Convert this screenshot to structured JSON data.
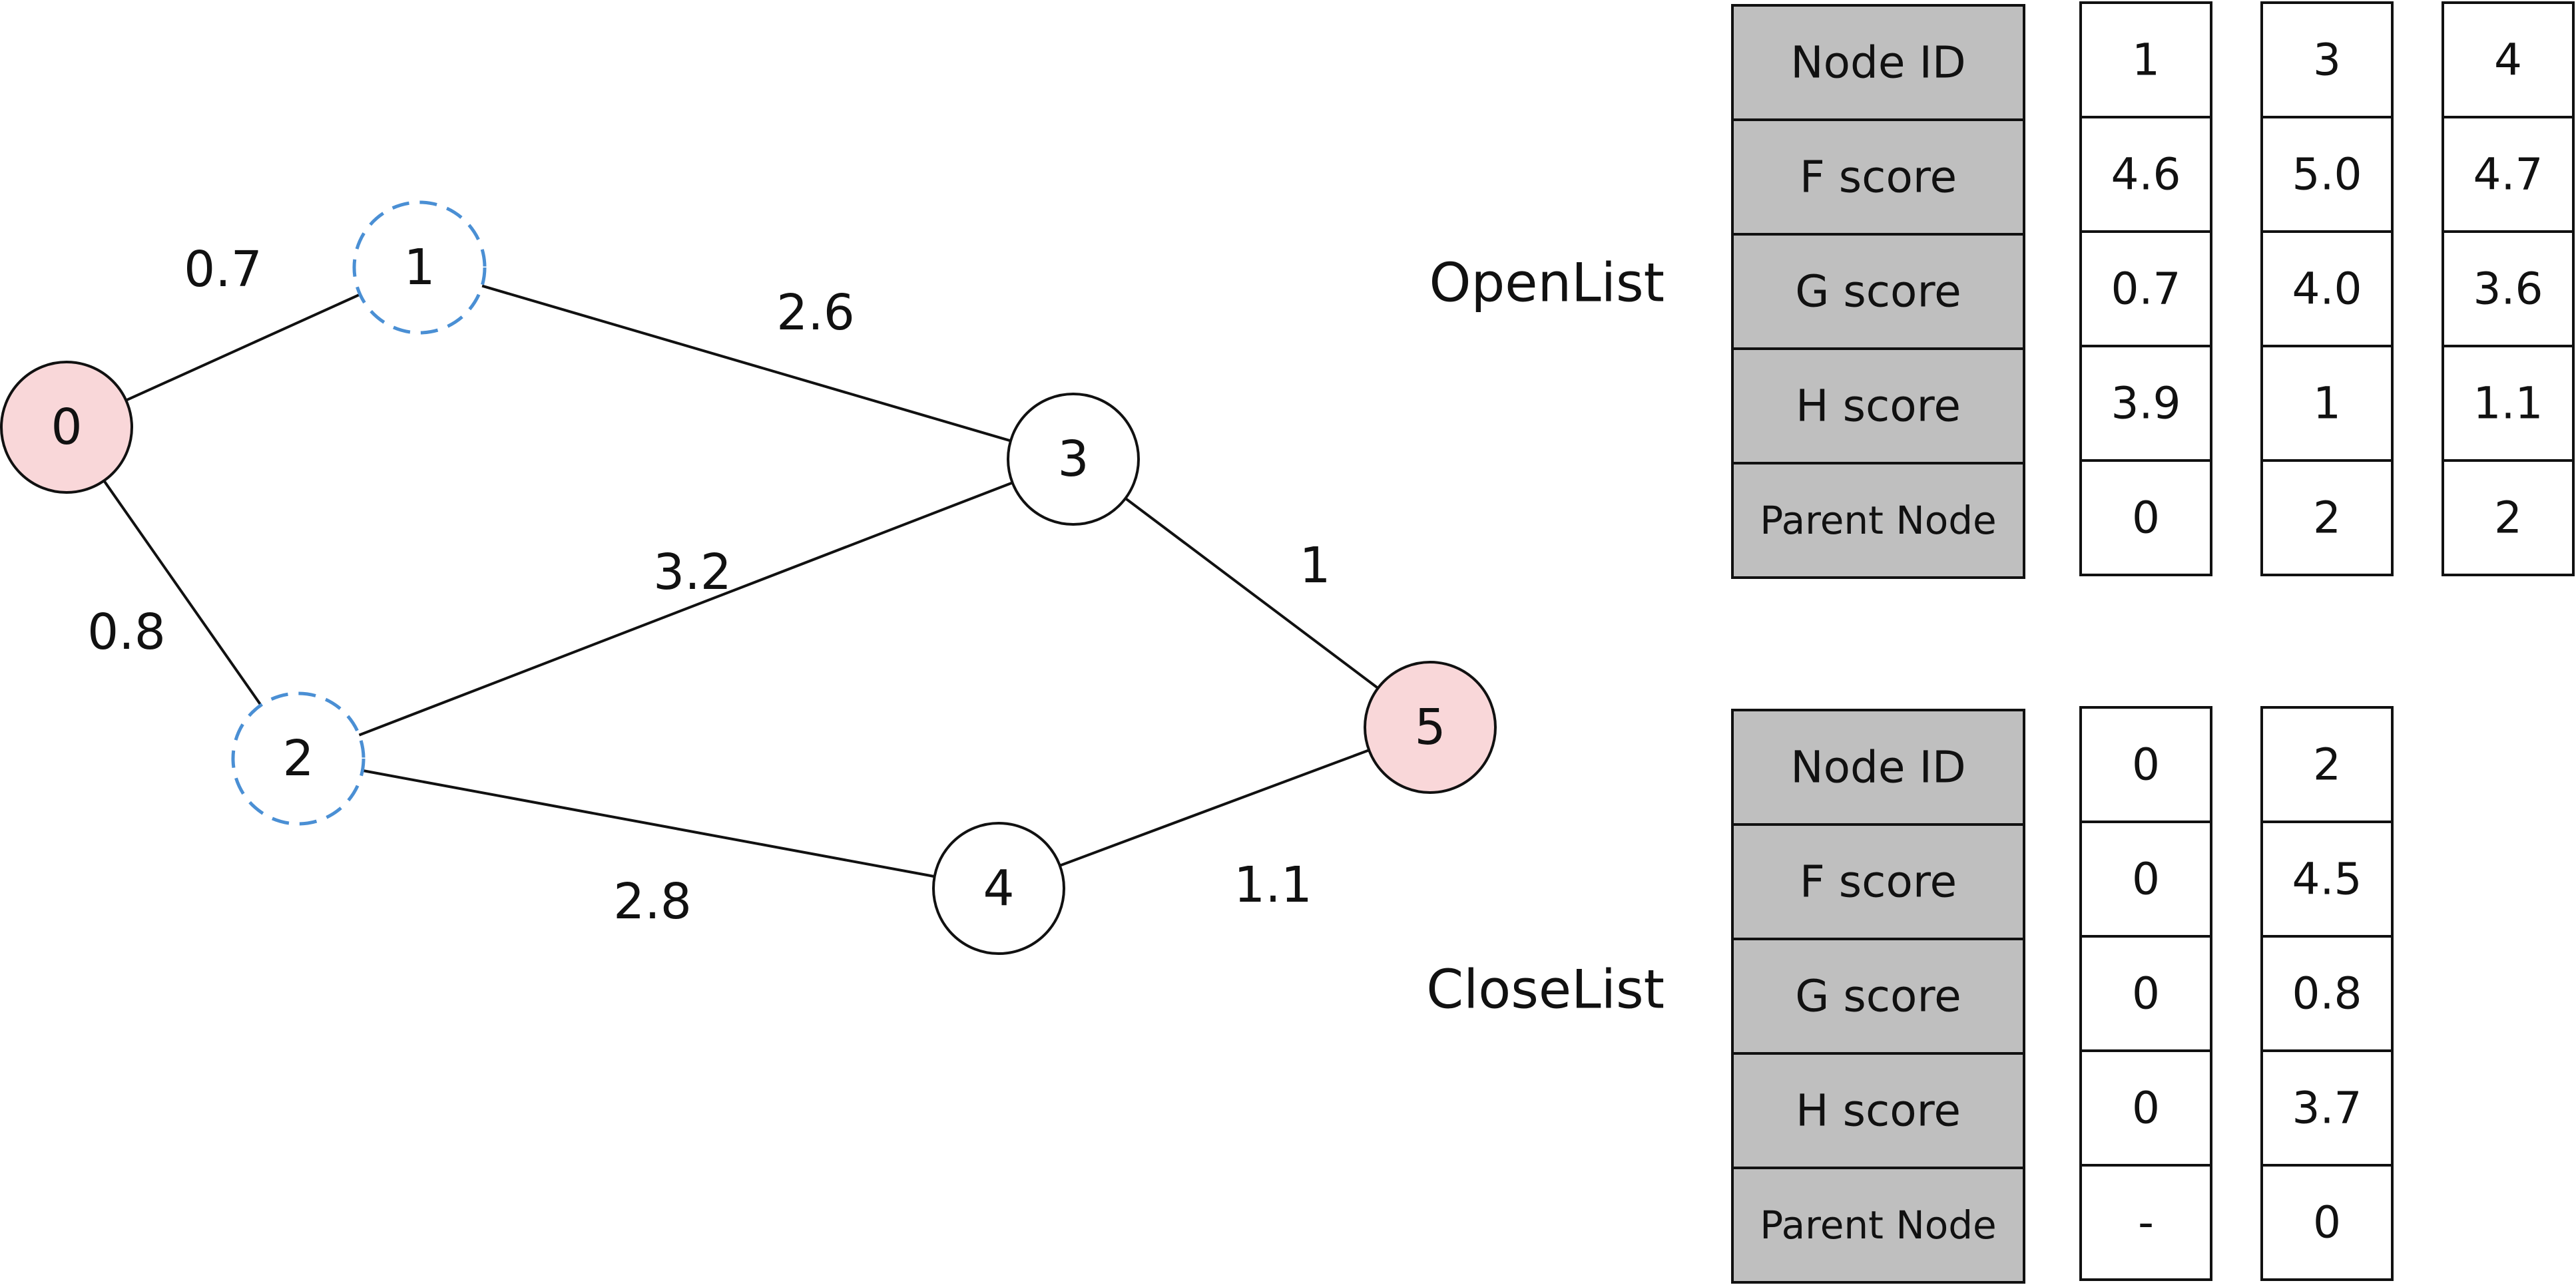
{
  "graph": {
    "nodes": [
      {
        "id": "0",
        "state": "endpoint",
        "color": "#f9d7d9"
      },
      {
        "id": "1",
        "state": "open"
      },
      {
        "id": "2",
        "state": "open"
      },
      {
        "id": "3",
        "state": "default"
      },
      {
        "id": "4",
        "state": "default"
      },
      {
        "id": "5",
        "state": "endpoint",
        "color": "#f9d7d9"
      }
    ],
    "edges": [
      {
        "from": "0",
        "to": "1",
        "weight": "0.7"
      },
      {
        "from": "1",
        "to": "3",
        "weight": "2.6"
      },
      {
        "from": "0",
        "to": "2",
        "weight": "0.8"
      },
      {
        "from": "2",
        "to": "3",
        "weight": "3.2"
      },
      {
        "from": "3",
        "to": "5",
        "weight": "1"
      },
      {
        "from": "2",
        "to": "4",
        "weight": "2.8"
      },
      {
        "from": "4",
        "to": "5",
        "weight": "1.1"
      }
    ]
  },
  "open_list": {
    "label": "OpenList",
    "row_headers": [
      "Node ID",
      "F score",
      "G score",
      "H score",
      "Parent Node"
    ],
    "columns": [
      [
        "1",
        "4.6",
        "0.7",
        "3.9",
        "0"
      ],
      [
        "3",
        "5.0",
        "4.0",
        "1",
        "2"
      ],
      [
        "4",
        "4.7",
        "3.6",
        "1.1",
        "2"
      ]
    ]
  },
  "close_list": {
    "label": "CloseList",
    "row_headers": [
      "Node ID",
      "F score",
      "G score",
      "H score",
      "Parent Node"
    ],
    "columns": [
      [
        "0",
        "0",
        "0",
        "0",
        "-"
      ],
      [
        "2",
        "4.5",
        "0.8",
        "3.7",
        "0"
      ]
    ]
  },
  "colors": {
    "endpoint_fill": "#f9d7d9",
    "open_node_stroke": "#4a8fd4",
    "header_cell_fill": "#bfbfbf"
  }
}
